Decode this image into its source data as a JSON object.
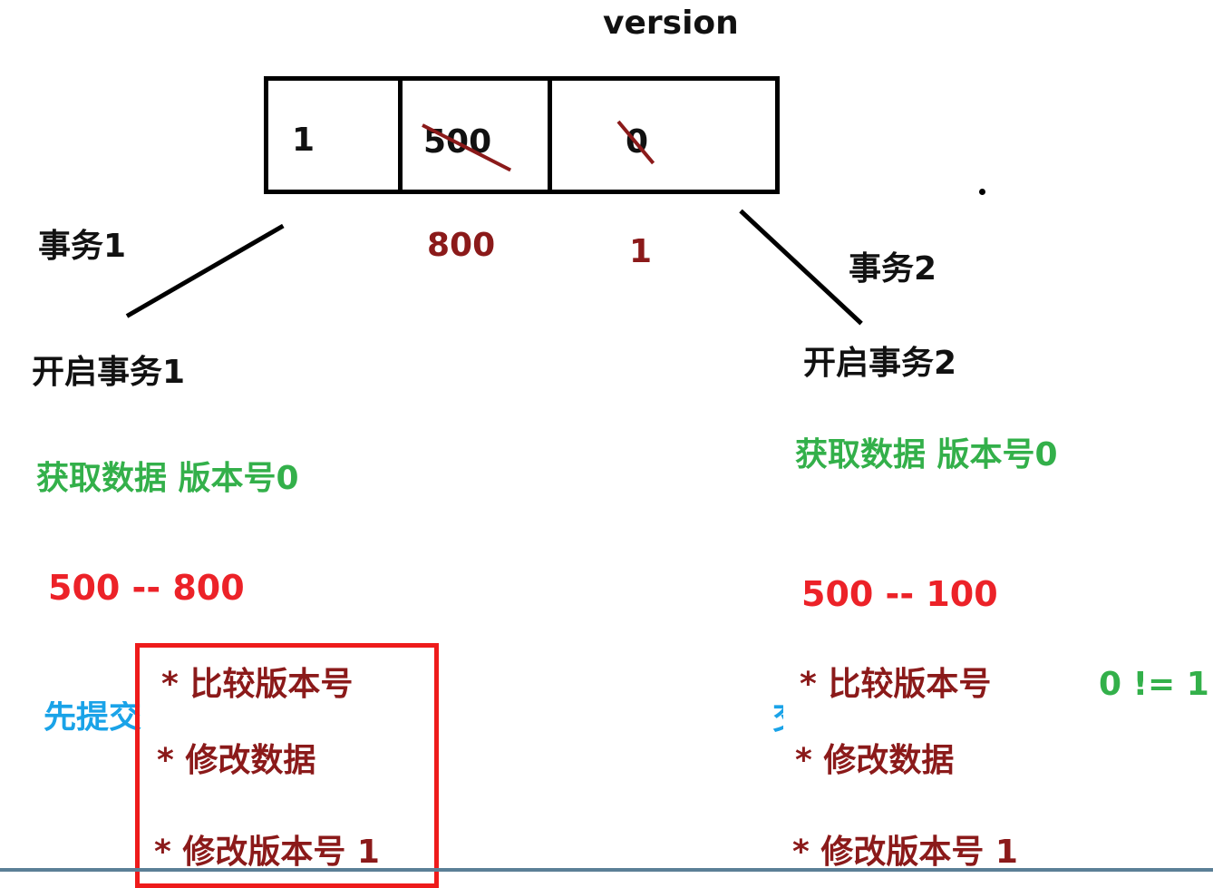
{
  "header": {
    "version_title": "version"
  },
  "record": {
    "id": "1",
    "balance_old": "500",
    "version_old": "0",
    "balance_new": "800",
    "version_new": "1"
  },
  "transaction1": {
    "label": "事务1",
    "open": "开启事务1",
    "fetch": "获取数据 版本号0",
    "change": "500 -- 800",
    "commit_first": "先提交",
    "steps": [
      "* 比较版本号",
      "* 修改数据",
      "* 修改版本号 1"
    ]
  },
  "transaction2": {
    "label": "事务2",
    "open": "开启事务2",
    "fetch": "获取数据 版本号0",
    "change": "500 -- 100",
    "commit_fragment": "交",
    "steps": [
      "* 比较版本号",
      "* 修改数据",
      "* 修改版本号 1"
    ],
    "compare_result": "0  != 1"
  },
  "colors": {
    "outline": "#000000",
    "dark_red": "#8b1a1a",
    "green": "#33b04a",
    "red": "#ec2228",
    "blue": "#1aa3e8",
    "highlight_box": "#ee1b1b"
  }
}
